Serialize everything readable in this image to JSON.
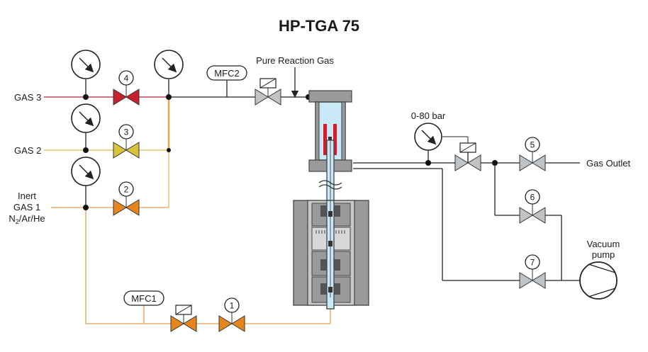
{
  "title": "HP-TGA 75",
  "gas_inputs": {
    "gas3": "GAS 3",
    "gas2": "GAS 2",
    "gas1_line1": "Inert",
    "gas1_line2": "GAS 1",
    "gas1_line3_prefix": "N",
    "gas1_line3_sub": "2",
    "gas1_line3_suffix": "/Ar/He"
  },
  "mfc": {
    "mfc1": "MFC1",
    "mfc2": "MFC2"
  },
  "labels": {
    "pure_reaction_gas": "Pure Reaction Gas",
    "pressure_range": "0-80 bar",
    "gas_outlet": "Gas Outlet",
    "vacuum_line1": "Vacuum",
    "vacuum_line2": "pump"
  },
  "valves": [
    "1",
    "2",
    "3",
    "4",
    "5",
    "6",
    "7"
  ],
  "colors": {
    "gas3_line": "#b0203a",
    "gas2_line": "#e0c050",
    "gas1_line": "#e6a050",
    "valve4": "#c8202e",
    "valve3": "#d8c43a",
    "valve_orange": "#e8861e",
    "valve_grey": "#bfc3c6",
    "furnace": "#9a9a9a",
    "tube": "#bfe3f5",
    "heater": "#c8202e"
  }
}
